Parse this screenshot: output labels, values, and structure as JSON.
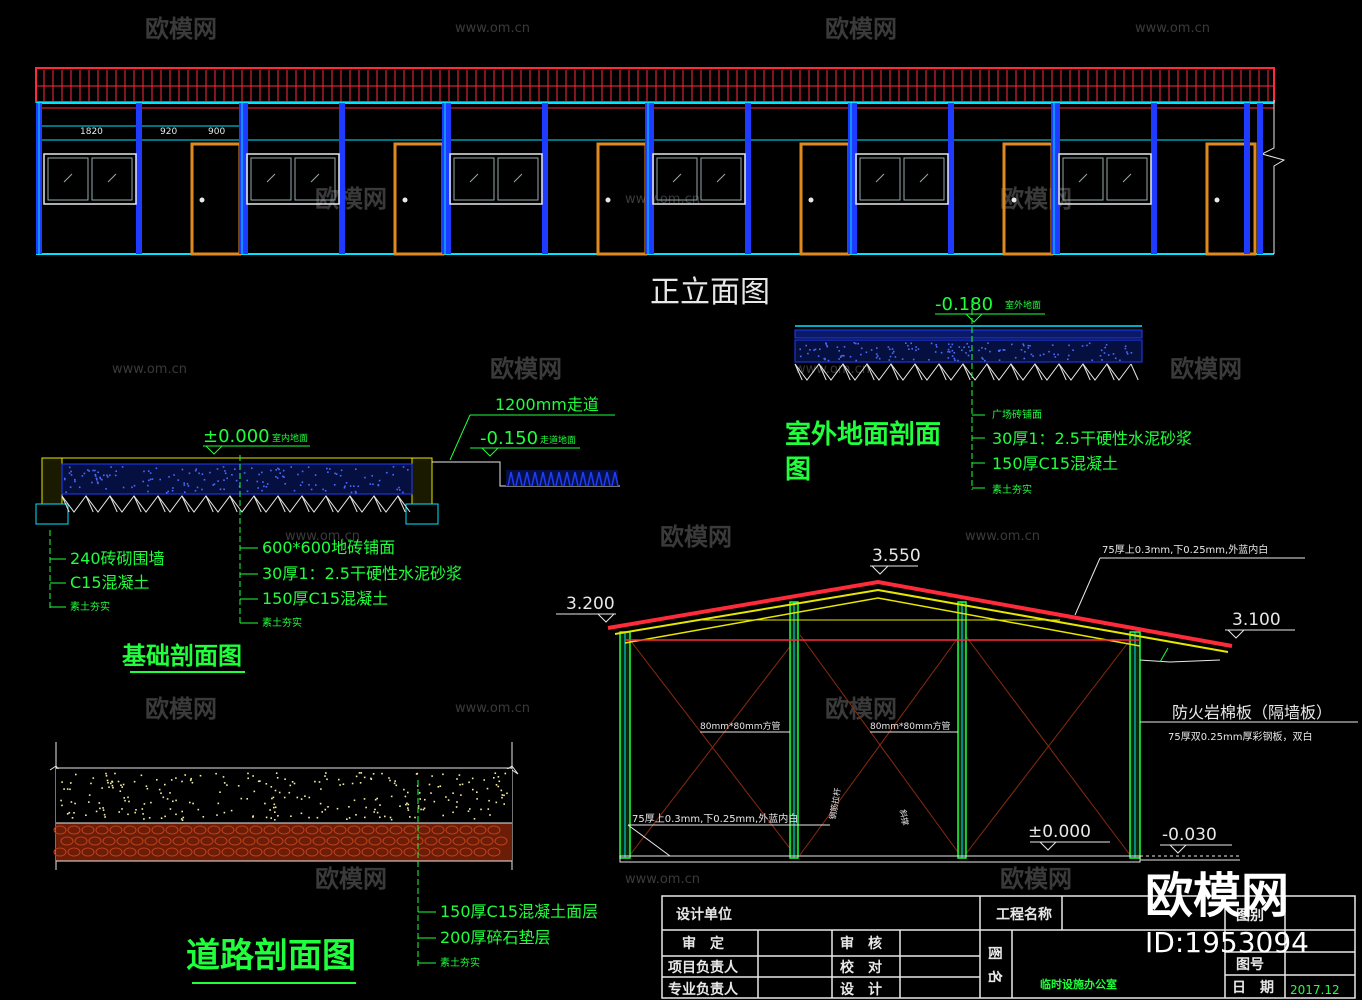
{
  "watermark": {
    "brand": "欧模网",
    "url": "www.om.cn",
    "corner_brand": "欧模网",
    "corner_id": "ID:1953094"
  },
  "elevation": {
    "title": "正立面图",
    "dims": [
      "1820",
      "920",
      "900"
    ]
  },
  "outdoor_section": {
    "title_line1": "室外地面剖面",
    "title_line2": "图",
    "level": "-0.180",
    "level_note": "室外地面",
    "layers": [
      "广场砖铺面",
      "30厚1：2.5干硬性水泥砂浆",
      "150厚C15混凝土",
      "素土夯实"
    ]
  },
  "foundation_section": {
    "title": "基础剖面图",
    "level_main": "±0.000",
    "level_main_note": "室内地面",
    "walkway": "1200mm走道",
    "level_walk": "-0.150",
    "level_walk_note": "走道地面",
    "left_layers": [
      "240砖砌围墙",
      "C15混凝土",
      "素土夯实"
    ],
    "right_layers": [
      "600*600地砖铺面",
      "30厚1：2.5干硬性水泥砂浆",
      "150厚C15混凝土",
      "素土夯实"
    ]
  },
  "road_section": {
    "title": "道路剖面图",
    "layers": [
      "150厚C15混凝土面层",
      "200厚碎石垫层",
      "素土夯实"
    ]
  },
  "building_section": {
    "ridge": "3.550",
    "eave_left": "3.200",
    "eave_right": "3.100",
    "roof_note": "75厚上0.3mm,下0.25mm,外蓝内白",
    "partition_title": "防火岩棉板（隔墙板）",
    "partition_note": "75厚双0.25mm厚彩钢板，双白",
    "tube1": "80mm*80mm方管",
    "tube2": "80mm*80mm方管",
    "wall_note": "75厚上0.3mm,下0.25mm,外蓝内白",
    "diag1": "钢筋拉杆",
    "diag2": "斜撑",
    "level_floor": "±0.000",
    "level_ground": "-0.030"
  },
  "title_block": {
    "design_unit": "设计单位",
    "project_name": "工程名称",
    "approve": "审　定",
    "review": "审　核",
    "project_lead": "项目负责人",
    "check": "校　对",
    "discipline_lead": "专业负责人",
    "design": "设　计",
    "drawing_name_label": "图名",
    "drawing_name": "临时设施办公室",
    "category": "图别",
    "sheet_no": "图号",
    "date_label": "日　期",
    "date": "2017.12"
  },
  "colors": {
    "green": "#1fff3c",
    "cyan": "#00e5ff",
    "blue": "#1f3bff",
    "red": "#ff2a3a",
    "orange": "#e08a1e",
    "yellow": "#e6e600",
    "white": "#e8e8e8",
    "brown": "#8a2a10"
  }
}
